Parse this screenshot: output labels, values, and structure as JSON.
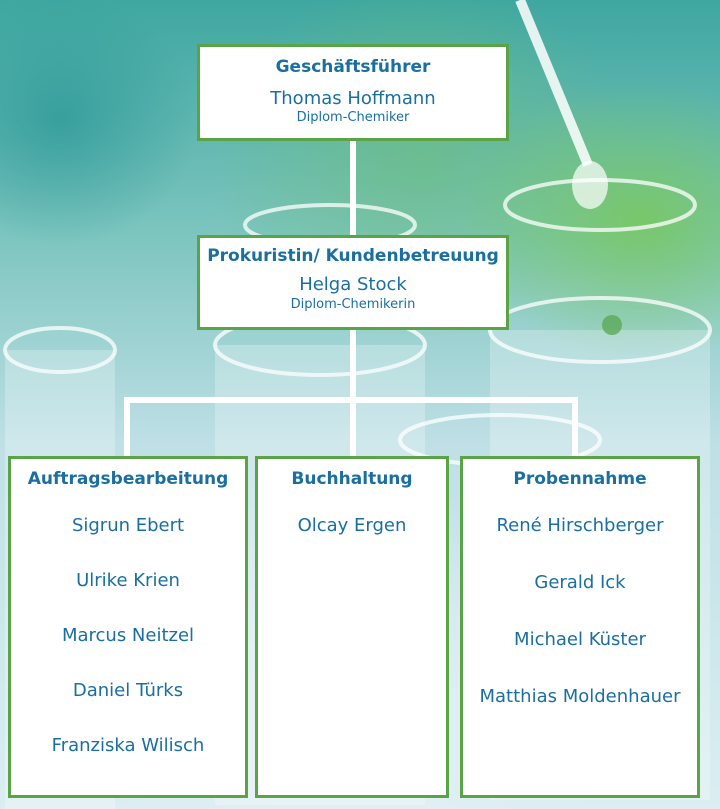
{
  "ceo": {
    "title": "Geschäftsführer",
    "name": "Thomas Hoffmann",
    "degree": "Diplom-Chemiker"
  },
  "prokurist": {
    "title": "Prokuristin/ Kundenbetreuung",
    "name": "Helga Stock",
    "degree": "Diplom-Chemikerin"
  },
  "departments": [
    {
      "title": "Auftragsbearbeitung",
      "members": [
        "Sigrun Ebert",
        "Ulrike Krien",
        "Marcus Neitzel",
        "Daniel Türks",
        "Franziska Wilisch"
      ]
    },
    {
      "title": "Buchhaltung",
      "members": [
        "Olcay Ergen"
      ]
    },
    {
      "title": "Probennahme",
      "members": [
        "René Hirschberger",
        "Gerald Ick",
        "Michael Küster",
        "Matthias Moldenhauer"
      ]
    }
  ],
  "colors": {
    "box_border": "#5aa447",
    "text": "#1a6fa0",
    "connector": "#ffffff"
  }
}
